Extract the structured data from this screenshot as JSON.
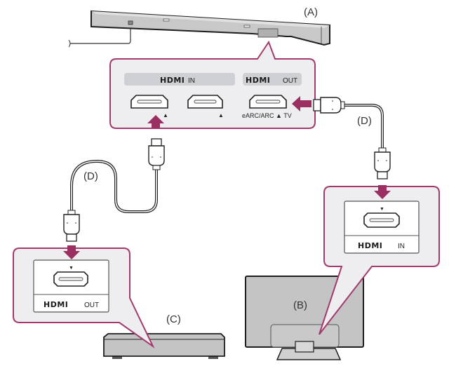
{
  "colors": {
    "callout_border": "#a33a6e",
    "callout_fill": "#eeeef0",
    "arrow": "#9b2f62",
    "device_fill": "#c4c4c4",
    "device_outline": "#1e1e1e",
    "label_bar": "#cfd0d3",
    "panel_fill": "#ffffff"
  },
  "devices": {
    "soundbar_label": "(A)",
    "tv_label": "(B)",
    "player_label": "(C)",
    "cable_label_right": "(D)",
    "cable_label_left": "(D)"
  },
  "soundbar_callout": {
    "hdmi_in_logo": "HDMI",
    "hdmi_in_suffix": "IN",
    "hdmi_out_logo": "HDMI",
    "hdmi_out_suffix": "OUT",
    "port_marker": "▲",
    "earc_label": "eARC/ARC ▲ TV"
  },
  "tv_callout": {
    "marker": "▼",
    "logo": "HDMI",
    "suffix": "IN"
  },
  "player_callout": {
    "marker": "▼",
    "logo": "HDMI",
    "suffix": "OUT"
  }
}
